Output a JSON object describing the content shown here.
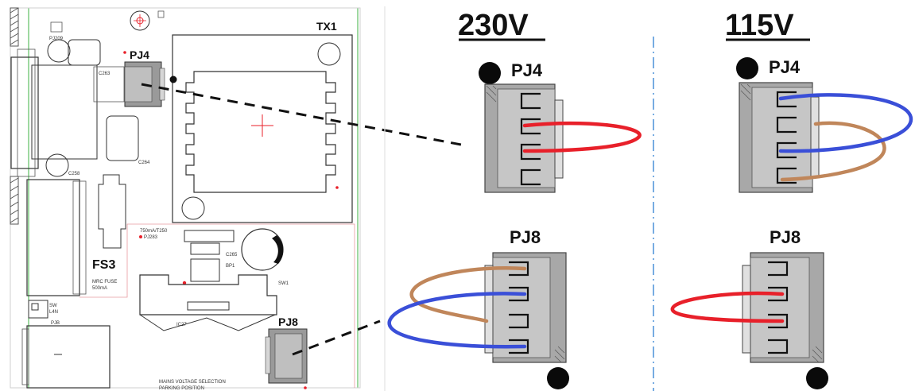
{
  "pcb": {
    "labels": {
      "pj4": "PJ4",
      "tx1": "TX1",
      "fs3": "FS3",
      "pj8": "PJ8"
    },
    "silkscreen": {
      "pj209": "PJ209",
      "c263": "C263",
      "c264": "C264",
      "c258": "C258",
      "pj283": "PJ283",
      "ssfuse": "750mA/T250",
      "c265": "C265",
      "sw1": "SW1",
      "bp1": "BP1",
      "fuse1": "MRC FUSE",
      "fuse2": "500mA",
      "sw": "SW",
      "l4n": "L4N",
      "pjb": "PJB",
      "ic27": "IC27",
      "mains1": "MAINS VOLTAGE SELECTION",
      "mains2": "PARKING POSITION"
    }
  },
  "panels": {
    "v230": {
      "title": "230V",
      "pj4": "PJ4",
      "pj8": "PJ8"
    },
    "v115": {
      "title": "115V",
      "pj4": "PJ4",
      "pj8": "PJ8"
    }
  },
  "colors": {
    "red_wire": "#e8202a",
    "blue_wire": "#3a4fd8",
    "brown_wire": "#c0865a",
    "connector_gray": "#a8a8a8",
    "board_outline": "#3cb043",
    "divider": "#4a90d9"
  }
}
